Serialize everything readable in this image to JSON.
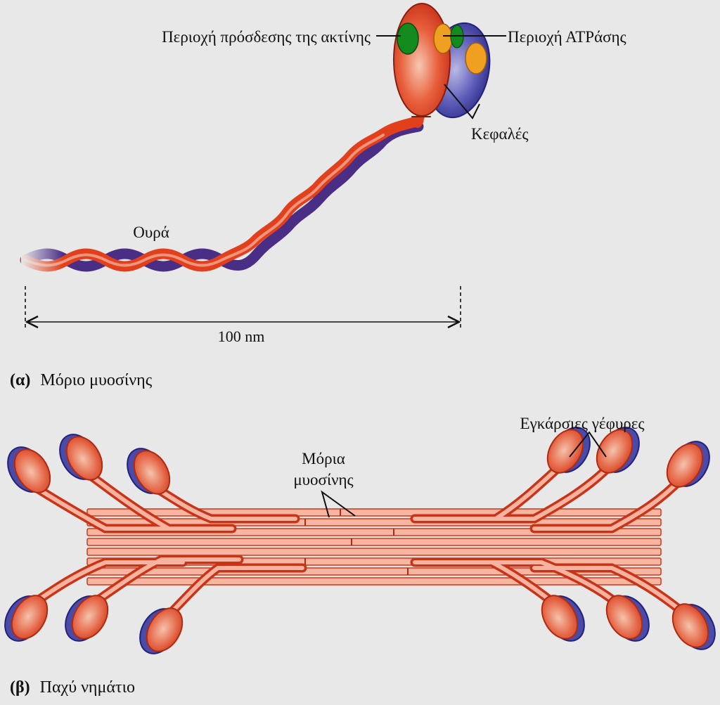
{
  "colors": {
    "background": "#e8e8e8",
    "strand_red": "#e2401c",
    "strand_purple": "#4a2e86",
    "head_blue": "#4a4aa8",
    "actin_site": "#138a1e",
    "atpase_site": "#f0a020"
  },
  "panel_a": {
    "label_actin_site": "Περιοχή πρόσδεσης της ακτίνης",
    "label_atpase_site": "Περιοχή ΑΤΡάσης",
    "label_heads": "Κεφαλές",
    "label_tail": "Ουρά",
    "scale_label": "100 nm",
    "caption_letter": "(α)",
    "caption_text": "Μόριο μυοσίνης"
  },
  "panel_b": {
    "label_cross_bridges": "Εγκάρσιες γέφυρες",
    "label_molecules_line1": "Μόρια",
    "label_molecules_line2": "μυοσίνης",
    "caption_letter": "(β)",
    "caption_text": "Παχύ νημάτιο"
  }
}
